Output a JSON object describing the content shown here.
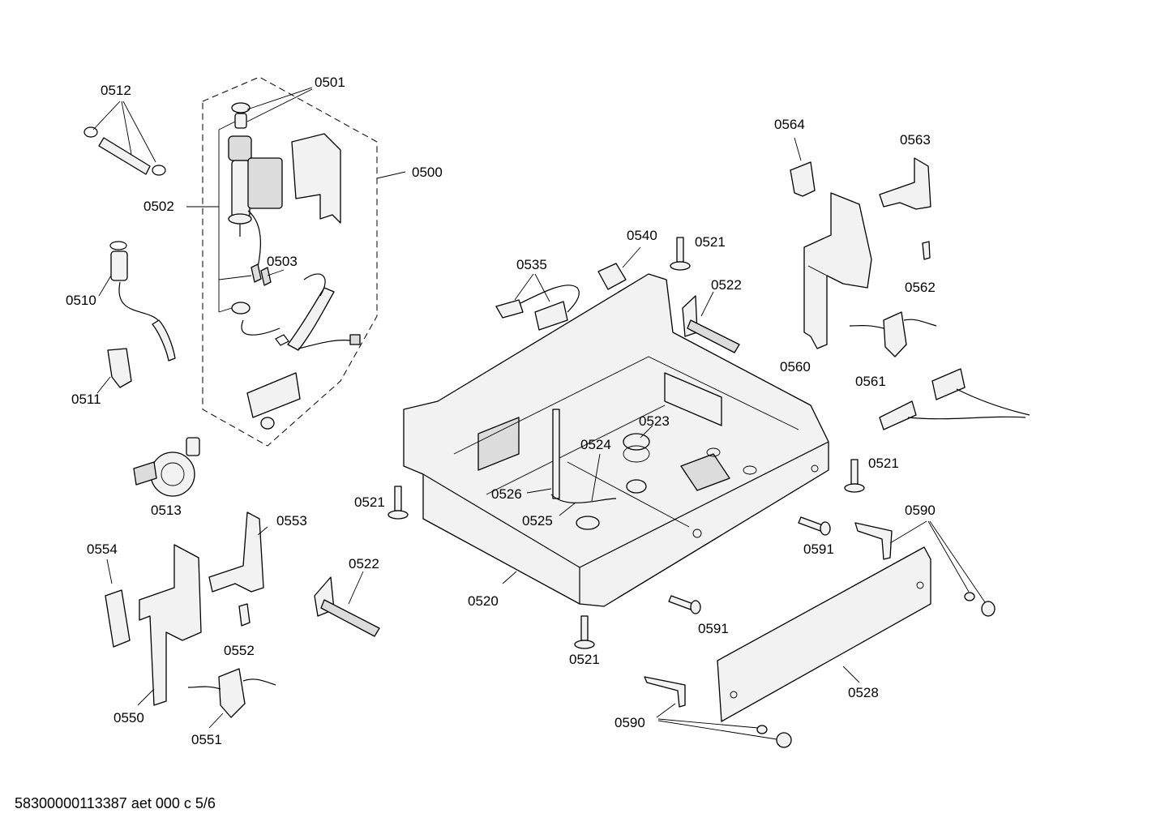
{
  "labels": {
    "l0501": "0501",
    "l0512": "0512",
    "l0500": "0500",
    "l0502": "0502",
    "l0503": "0503",
    "l0510": "0510",
    "l0511": "0511",
    "l0513": "0513",
    "l0553": "0553",
    "l0554": "0554",
    "l0552": "0552",
    "l0550": "0550",
    "l0551": "0551",
    "l0522a": "0522",
    "l0521a": "0521",
    "l0526": "0526",
    "l0525": "0525",
    "l0520": "0520",
    "l0521b": "0521",
    "l0524": "0524",
    "l0523": "0523",
    "l0535": "0535",
    "l0540": "0540",
    "l0521c": "0521",
    "l0522b": "0522",
    "l0564": "0564",
    "l0563": "0563",
    "l0562": "0562",
    "l0560": "0560",
    "l0561": "0561",
    "l0521d": "0521",
    "l0590a": "0590",
    "l0591a": "0591",
    "l0591b": "0591",
    "l0528": "0528",
    "l0590b": "0590"
  },
  "footer": "58300000113387 aet 000 c 5/6"
}
